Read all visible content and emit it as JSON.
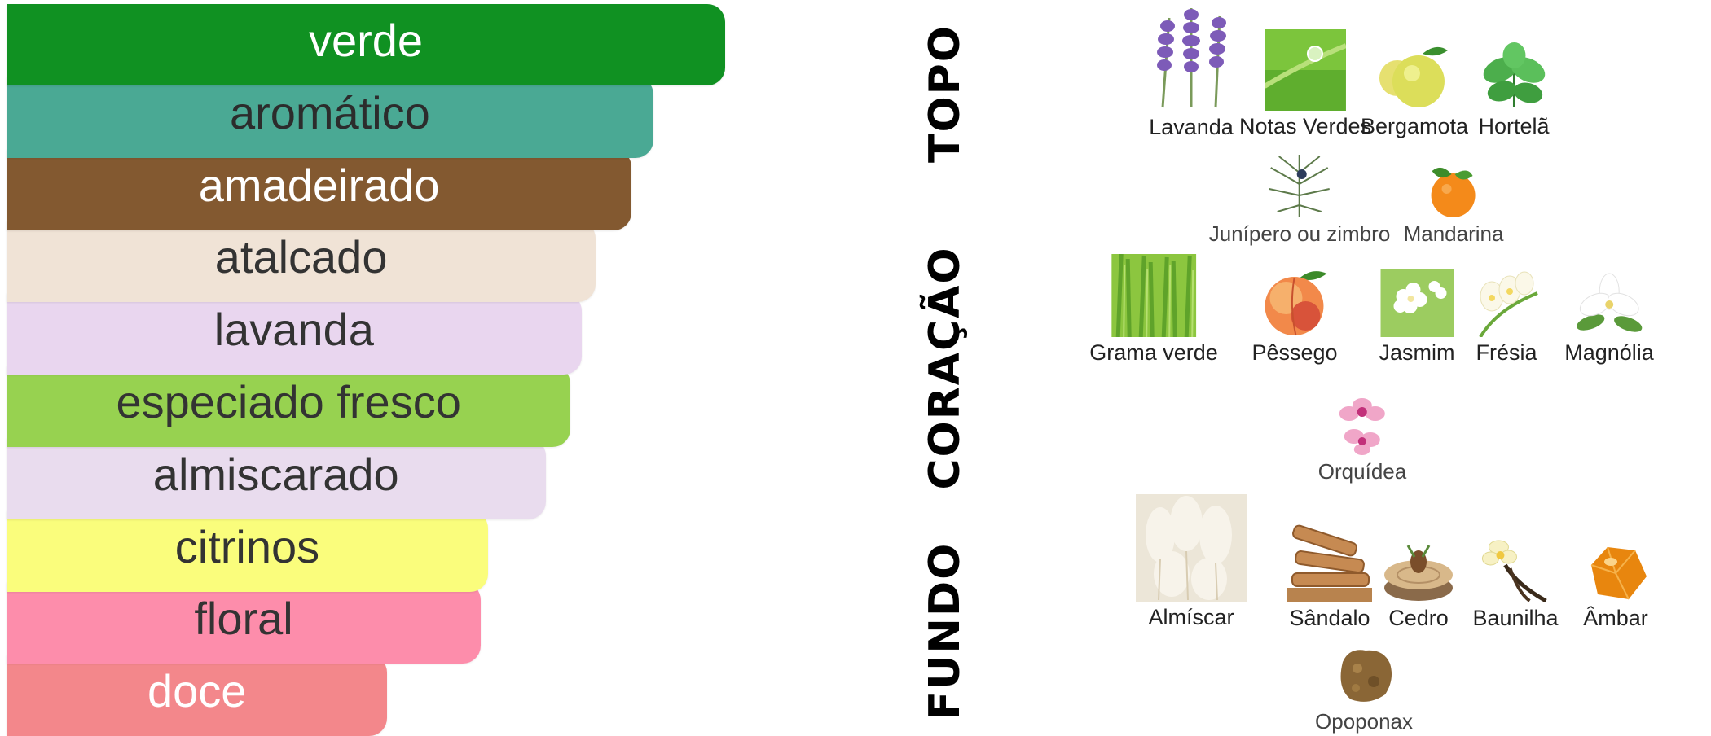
{
  "accords": [
    {
      "label": "verde",
      "level": 100,
      "color": "#109122",
      "text_color": "#ffffff"
    },
    {
      "label": "aromático",
      "level": 90,
      "color": "#4aa994",
      "text_color": "#2c2c2c"
    },
    {
      "label": "amadeirado",
      "level": 87,
      "color": "#835930",
      "text_color": "#ffffff"
    },
    {
      "label": "atalcado",
      "level": 82,
      "color": "#f0e3d6",
      "text_color": "#333333"
    },
    {
      "label": "lavanda",
      "level": 80,
      "color": "#e9d6ef",
      "text_color": "#333333"
    },
    {
      "label": "especiado fresco",
      "level": 78.5,
      "color": "#97d250",
      "text_color": "#333333"
    },
    {
      "label": "almiscarado",
      "level": 75,
      "color": "#e9dcee",
      "text_color": "#333333"
    },
    {
      "label": "citrinos",
      "level": 67,
      "color": "#fafd7c",
      "text_color": "#333333"
    },
    {
      "label": "floral",
      "level": 66,
      "color": "#fd8dab",
      "text_color": "#333333"
    },
    {
      "label": "doce",
      "level": 53,
      "color": "#f3878b",
      "text_color": "#ffffff"
    }
  ],
  "pyramid": {
    "top": {
      "label": "TOPO",
      "notes": [
        {
          "name": "Lavanda",
          "icon": "lavender-icon"
        },
        {
          "name": "Notas Verdes",
          "icon": "green-notes-icon"
        },
        {
          "name": "Bergamota",
          "icon": "bergamot-icon"
        },
        {
          "name": "Hortelã",
          "icon": "mint-icon"
        },
        {
          "name": "Junípero ou zimbro",
          "icon": "juniper-icon"
        },
        {
          "name": "Mandarina",
          "icon": "mandarin-icon"
        }
      ]
    },
    "heart": {
      "label": "CORAÇÃO",
      "notes": [
        {
          "name": "Grama verde",
          "icon": "grass-icon"
        },
        {
          "name": "Pêssego",
          "icon": "peach-icon"
        },
        {
          "name": "Jasmim",
          "icon": "jasmine-icon"
        },
        {
          "name": "Frésia",
          "icon": "freesia-icon"
        },
        {
          "name": "Magnólia",
          "icon": "magnolia-icon"
        },
        {
          "name": "Orquídea",
          "icon": "orchid-icon"
        }
      ]
    },
    "base": {
      "label": "FUNDO",
      "notes": [
        {
          "name": "Almíscar",
          "icon": "musk-icon"
        },
        {
          "name": "Sândalo",
          "icon": "sandalwood-icon"
        },
        {
          "name": "Cedro",
          "icon": "cedar-icon"
        },
        {
          "name": "Baunilha",
          "icon": "vanilla-icon"
        },
        {
          "name": "Âmbar",
          "icon": "amber-icon"
        },
        {
          "name": "Opoponax",
          "icon": "opoponax-icon"
        }
      ]
    }
  }
}
